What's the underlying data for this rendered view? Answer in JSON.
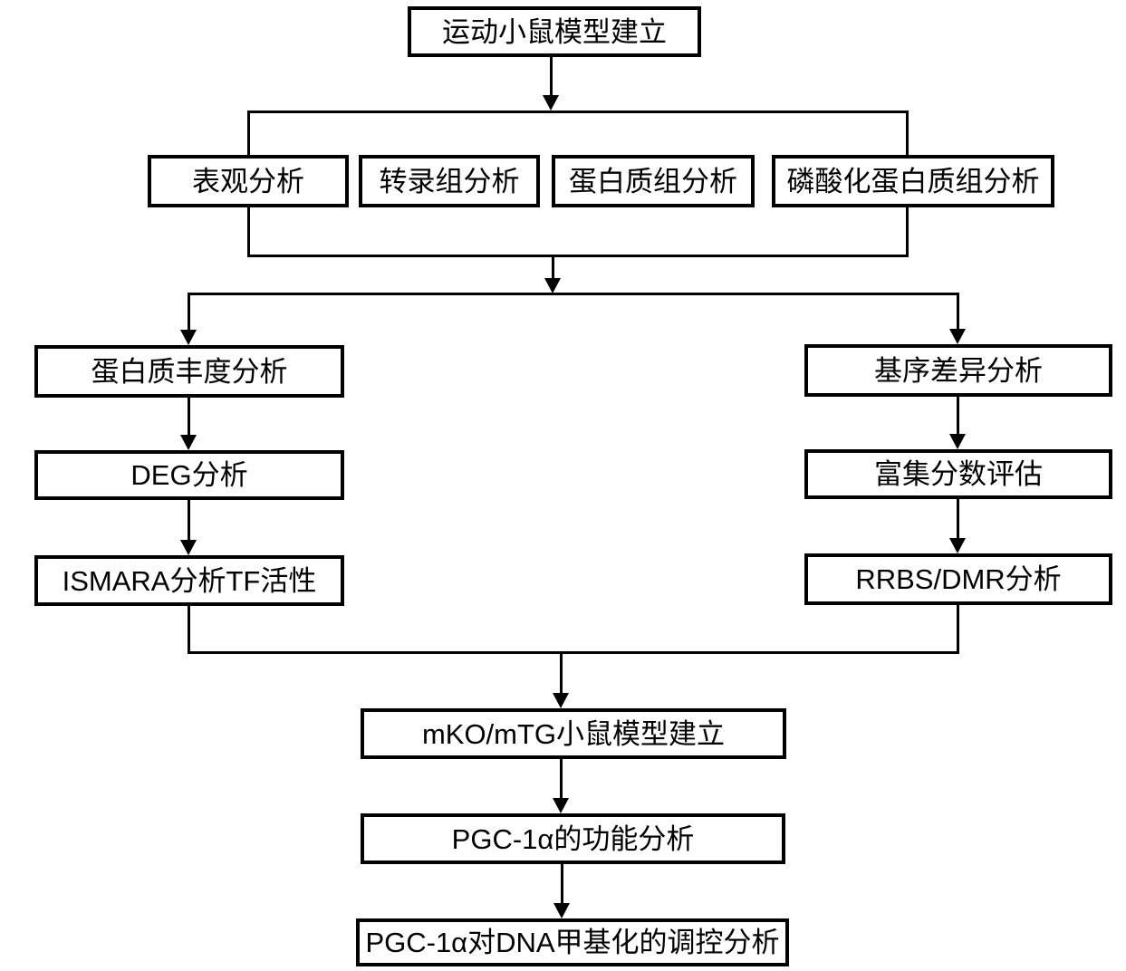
{
  "diagram": {
    "background_color": "#ffffff",
    "line_color": "#000000",
    "text_color": "#000000",
    "nodes": {
      "top": {
        "label": "运动小鼠模型建立"
      },
      "row2": [
        {
          "label": "表观分析"
        },
        {
          "label": "转录组分析"
        },
        {
          "label": "蛋白质组分析"
        },
        {
          "label": "磷酸化蛋白质组分析"
        }
      ],
      "left_column": [
        {
          "label": "蛋白质丰度分析"
        },
        {
          "label": "DEG分析"
        },
        {
          "label": "ISMARA分析TF活性"
        }
      ],
      "right_column": [
        {
          "label": "基序差异分析"
        },
        {
          "label": "富集分数评估"
        },
        {
          "label": "RRBS/DMR分析"
        }
      ],
      "bottom_column": [
        {
          "label": "mKO/mTG小鼠模型建立"
        },
        {
          "label": "PGC-1α的功能分析"
        },
        {
          "label": "PGC-1α对DNA甲基化的调控分析"
        }
      ]
    }
  }
}
